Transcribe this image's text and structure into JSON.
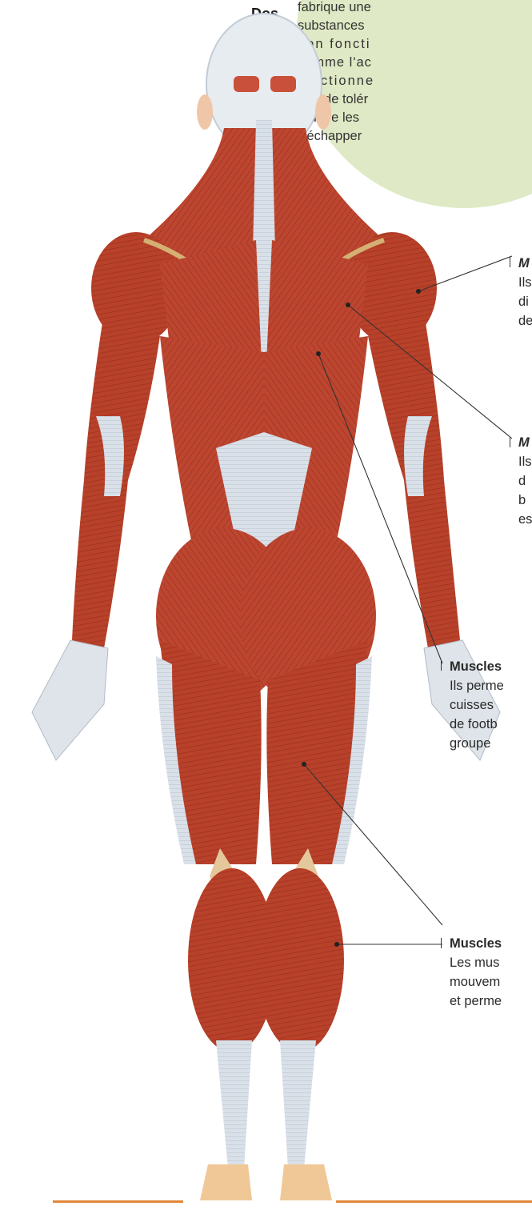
{
  "heading": "Dos",
  "intro_lines": [
    "fabrique une",
    "substances",
    "bon foncti",
    "comme l'ac",
    "fonctionne",
    "grande tolér",
    "réduire les",
    "s'échapper"
  ],
  "labels": [
    {
      "lines": [
        "M",
        "Ils",
        "di",
        "de"
      ]
    },
    {
      "lines": [
        "M",
        "Ils",
        "d",
        "b",
        "es"
      ]
    },
    {
      "lines": [
        "Muscles",
        "Ils perme",
        "cuisses",
        "de footb",
        "groupe"
      ]
    },
    {
      "lines": [
        "Muscles",
        "Les mus",
        "mouvem",
        "et perme"
      ]
    }
  ],
  "colors": {
    "muscle": "#b8412a",
    "tendon": "#d6dde6",
    "accent_rule": "#e2873a",
    "blob": "#dfe9c5"
  }
}
